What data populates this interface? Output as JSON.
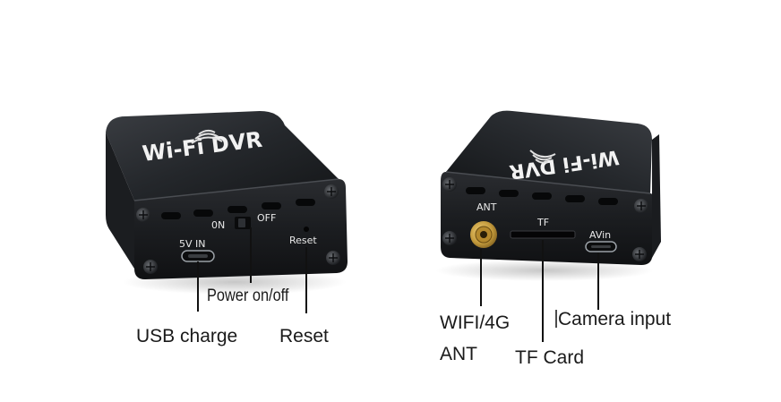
{
  "left_device": {
    "logo": "Wi-Fi DVR",
    "panel_labels": {
      "on": "0N",
      "off": "OFF",
      "usb": "5V IN",
      "reset": "Reset"
    }
  },
  "right_device": {
    "logo": "Wi-Fi DVR",
    "panel_labels": {
      "ant": "ANT",
      "tf": "TF",
      "avin": "AVin"
    }
  },
  "callouts": {
    "power": "Power on/off",
    "usb_charge": "USB charge",
    "reset": "Reset",
    "wifi_line1": "WIFI/4G",
    "wifi_line2": "ANT",
    "tf_card": "TF Card",
    "camera_input": "Camera input"
  }
}
